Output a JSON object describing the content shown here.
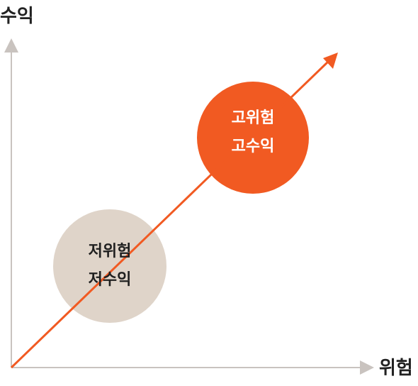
{
  "axes": {
    "y_label": "수익",
    "x_label": "위험"
  },
  "low_risk": {
    "line1": "저위험",
    "line2": "저수익"
  },
  "high_risk": {
    "line1": "고위험",
    "line2": "고수익"
  },
  "colors": {
    "axis": "#c9c3bf",
    "trend": "#f15a22",
    "low_circle": "#dfd4c9",
    "high_circle": "#f15a22",
    "text_dark": "#1f1f1f",
    "text_light": "#ffffff"
  }
}
